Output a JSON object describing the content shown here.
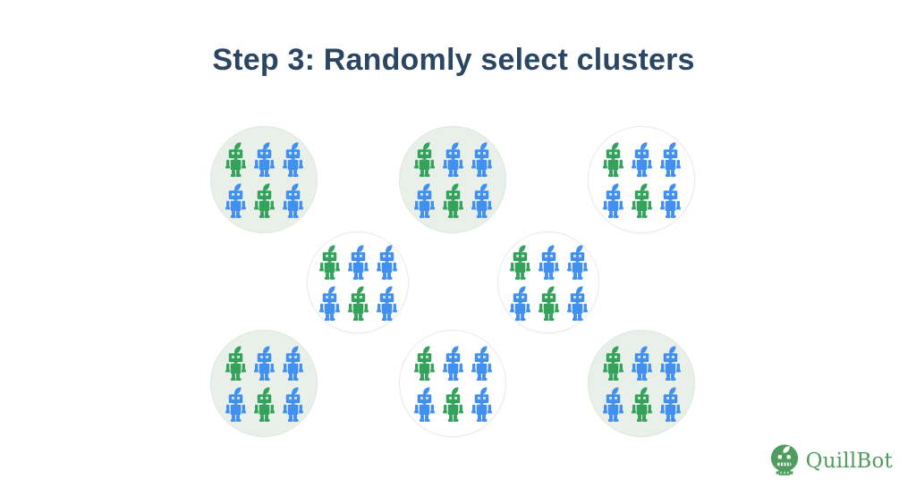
{
  "title": "Step 3: Randomly select clusters",
  "colors": {
    "title_text": "#2B4663",
    "robot_green": "#35A25C",
    "robot_blue": "#418FEF",
    "robot_eye": "rgba(255,255,255,0.78)",
    "selected_cluster_bg": "#E9F0EA",
    "selected_cluster_border": "#DDE7DE",
    "plain_cluster_bg": "#FFFFFF",
    "plain_cluster_border": "#E9E9E9",
    "brand_green": "#4F9C5F"
  },
  "clusters": [
    {
      "position": "top-left",
      "selected": true,
      "robots": [
        "green",
        "blue",
        "blue",
        "blue",
        "green",
        "blue"
      ]
    },
    {
      "position": "top-center",
      "selected": true,
      "robots": [
        "green",
        "blue",
        "blue",
        "blue",
        "green",
        "blue"
      ]
    },
    {
      "position": "top-right",
      "selected": false,
      "robots": [
        "green",
        "blue",
        "blue",
        "blue",
        "green",
        "blue"
      ]
    },
    {
      "position": "middle-left",
      "selected": false,
      "robots": [
        "green",
        "blue",
        "blue",
        "blue",
        "green",
        "blue"
      ]
    },
    {
      "position": "middle-right",
      "selected": false,
      "robots": [
        "green",
        "blue",
        "blue",
        "blue",
        "green",
        "blue"
      ]
    },
    {
      "position": "bottom-left",
      "selected": true,
      "robots": [
        "green",
        "blue",
        "blue",
        "blue",
        "green",
        "blue"
      ]
    },
    {
      "position": "bottom-center",
      "selected": false,
      "robots": [
        "green",
        "blue",
        "blue",
        "blue",
        "green",
        "blue"
      ]
    },
    {
      "position": "bottom-right",
      "selected": true,
      "robots": [
        "green",
        "blue",
        "blue",
        "blue",
        "green",
        "blue"
      ]
    }
  ],
  "branding": {
    "name": "QuillBot",
    "icon": "quillbot-robot-icon"
  }
}
